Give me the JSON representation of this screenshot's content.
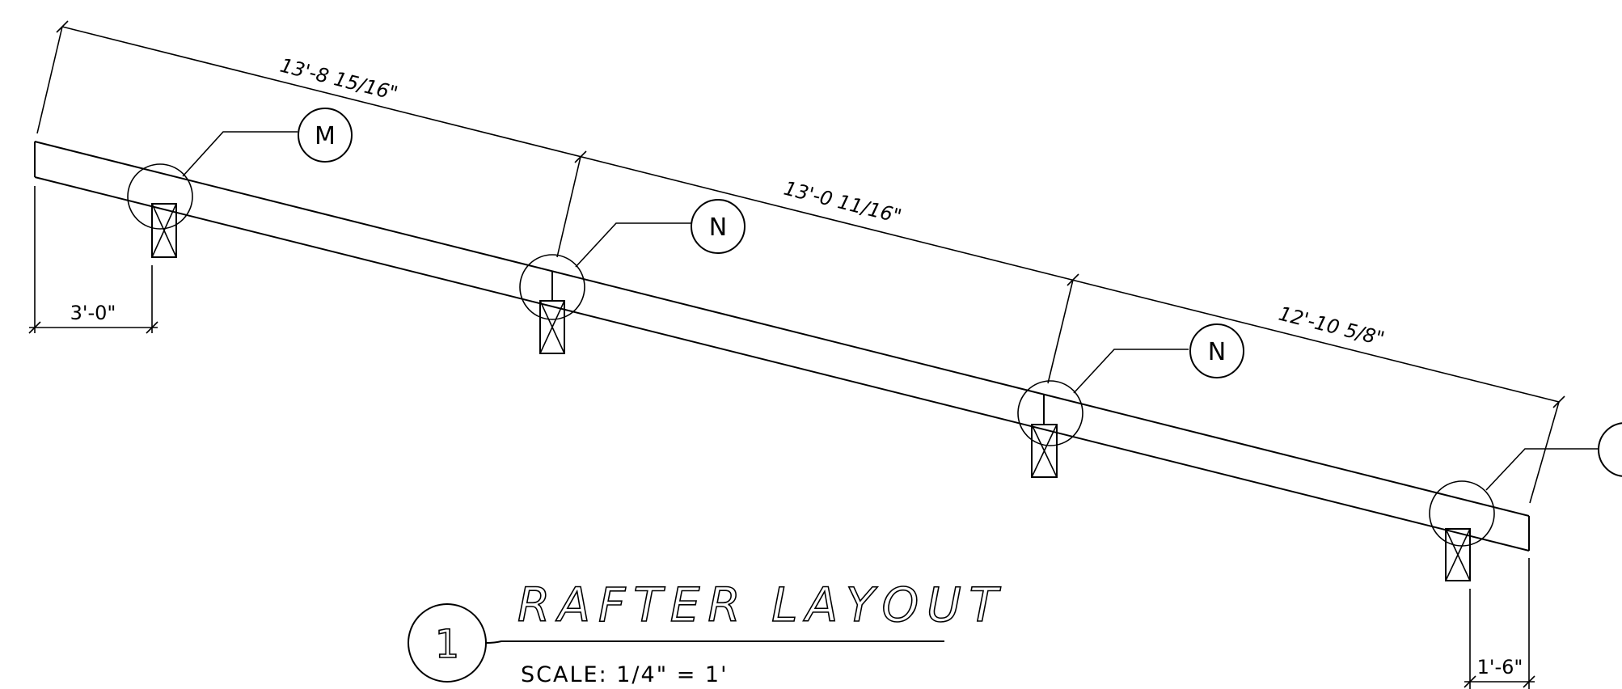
{
  "drawing": {
    "title": "RAFTER LAYOUT",
    "scale_label": "SCALE:  1/4\" = 1'",
    "detail_number": "1"
  },
  "dimensions": {
    "span_1": "13'-8 15/16\"",
    "span_2": "13'-0 11/16\"",
    "span_3": "12'-10 5/8\"",
    "left_overhang": "3'-0\"",
    "right_overhang": "1'-6\""
  },
  "callouts": {
    "m": "M",
    "n1": "N",
    "n2": "N",
    "edge": ""
  }
}
